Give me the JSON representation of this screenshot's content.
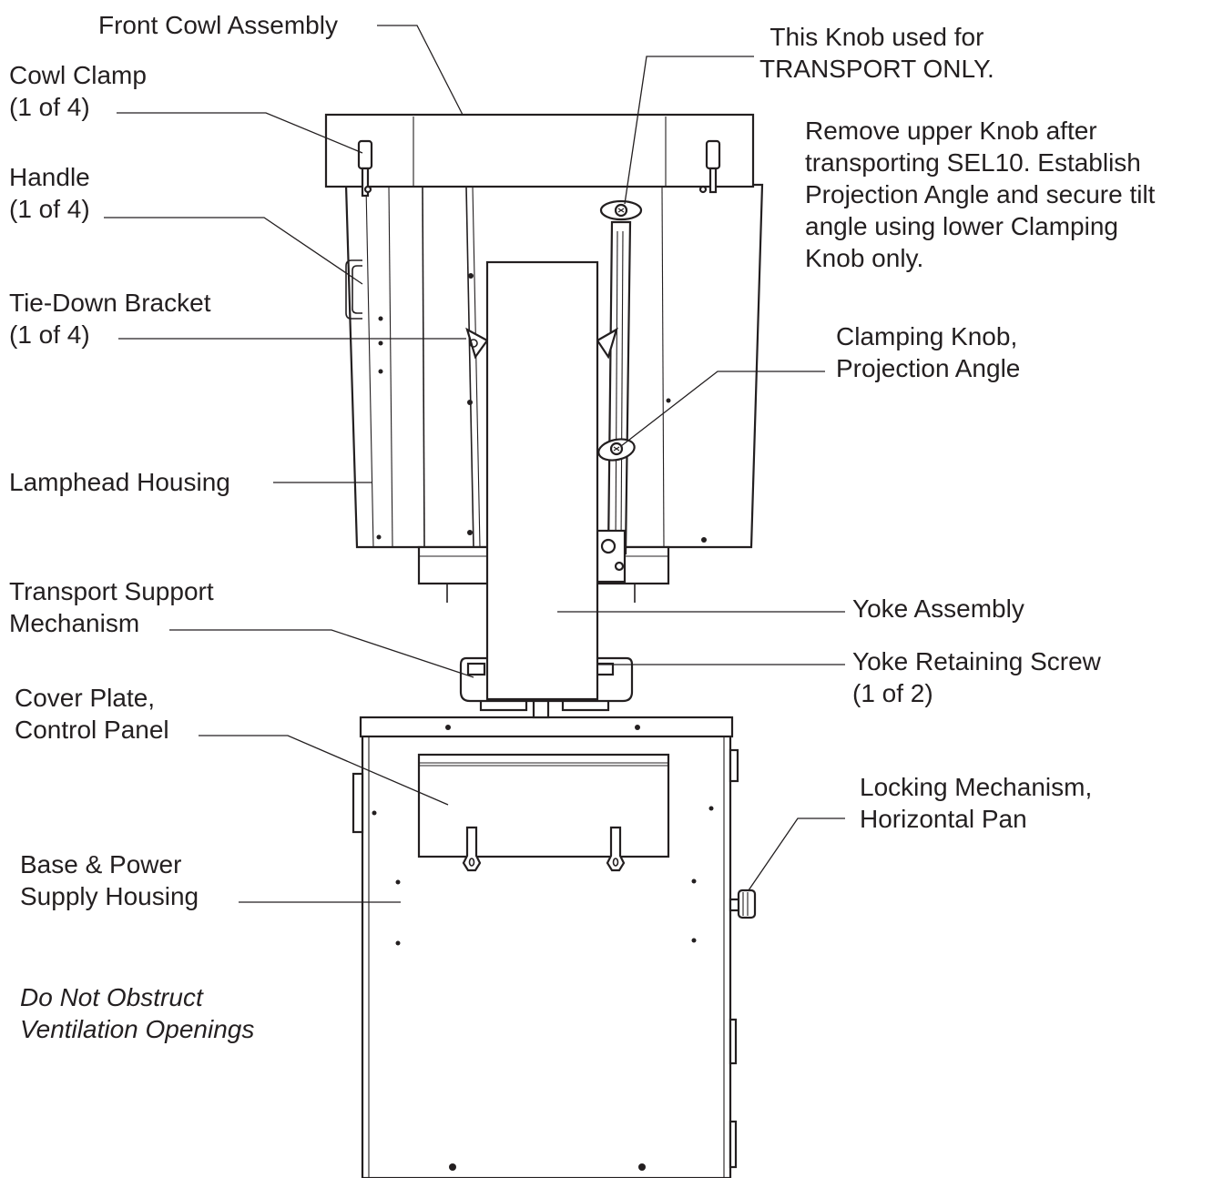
{
  "labels": {
    "front_cowl": "Front Cowl Assembly",
    "cowl_clamp": [
      "Cowl Clamp",
      "(1 of 4)"
    ],
    "handle": [
      "Handle",
      "(1 of 4)"
    ],
    "tie_down": [
      "Tie-Down Bracket",
      "(1 of 4)"
    ],
    "lamphead": "Lamphead Housing",
    "transport_support": [
      "Transport Support",
      "Mechanism"
    ],
    "cover_plate": [
      "Cover Plate,",
      "Control Panel"
    ],
    "base_power": [
      "Base & Power",
      "Supply Housing"
    ],
    "ventilation": [
      "Do Not Obstruct",
      "Ventilation Openings"
    ],
    "transport_knob": [
      "This Knob used for",
      "TRANSPORT ONLY."
    ],
    "remove_note": [
      "Remove upper Knob after",
      "transporting SEL10.  Establish",
      "Projection Angle and secure tilt",
      "angle using lower Clamping",
      "Knob only."
    ],
    "clamping_knob": [
      "Clamping Knob,",
      "Projection Angle"
    ],
    "yoke_assembly": "Yoke Assembly",
    "yoke_screw": [
      "Yoke Retaining Screw",
      "(1 of 2)"
    ],
    "locking": [
      "Locking Mechanism,",
      "Horizontal Pan"
    ]
  }
}
